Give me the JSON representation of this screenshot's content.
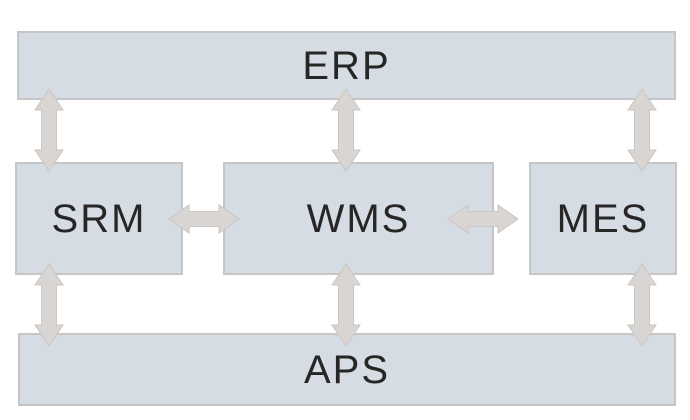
{
  "diagram": {
    "type": "system-architecture",
    "nodes": [
      {
        "id": "erp",
        "label": "ERP"
      },
      {
        "id": "srm",
        "label": "SRM"
      },
      {
        "id": "wms",
        "label": "WMS"
      },
      {
        "id": "mes",
        "label": "MES"
      },
      {
        "id": "aps",
        "label": "APS"
      }
    ],
    "connections": [
      {
        "from": "ERP",
        "to": "SRM",
        "direction": "bidirectional"
      },
      {
        "from": "ERP",
        "to": "WMS",
        "direction": "bidirectional"
      },
      {
        "from": "ERP",
        "to": "MES",
        "direction": "bidirectional"
      },
      {
        "from": "SRM",
        "to": "WMS",
        "direction": "bidirectional"
      },
      {
        "from": "WMS",
        "to": "MES",
        "direction": "bidirectional"
      },
      {
        "from": "SRM",
        "to": "APS",
        "direction": "bidirectional"
      },
      {
        "from": "WMS",
        "to": "APS",
        "direction": "bidirectional"
      },
      {
        "from": "MES",
        "to": "APS",
        "direction": "bidirectional"
      }
    ],
    "colors": {
      "background": "#ffffff",
      "node_fill": "#d6dce4",
      "node_border": "#c6c6c6",
      "arrow_fill": "#d8d5d2",
      "arrow_border": "#c9c6c3",
      "text": "#262626"
    }
  }
}
